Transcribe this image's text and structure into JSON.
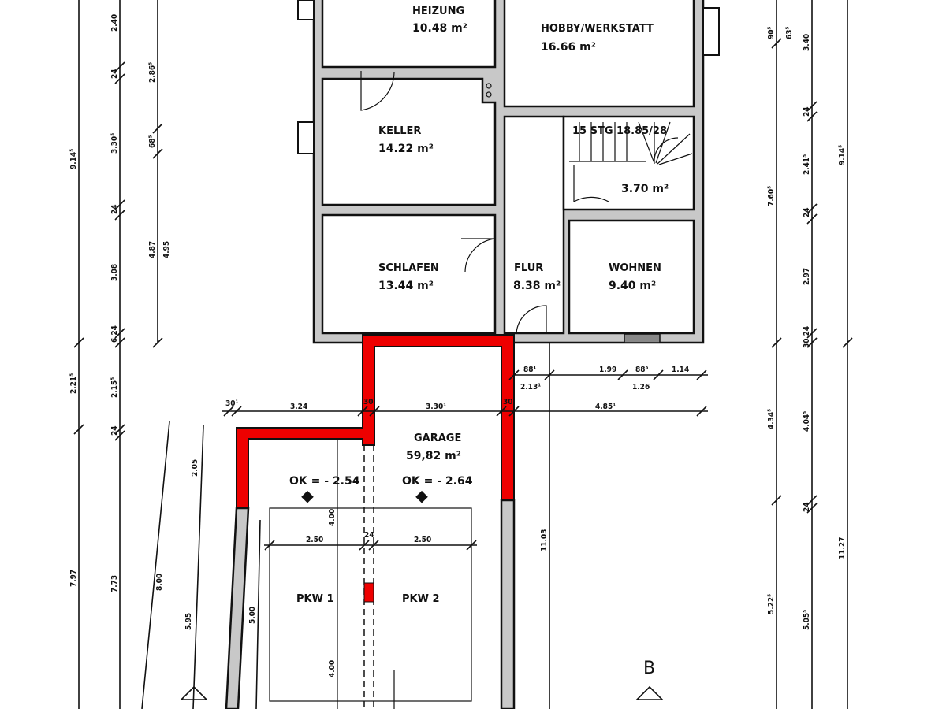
{
  "colors": {
    "new_wall": "#ee0000",
    "existing_wall": "#c8c8c8",
    "line": "#111111"
  },
  "rooms": [
    {
      "name": "HEIZUNG",
      "area": "10.48 m²"
    },
    {
      "name": "HOBBY/WERKSTATT",
      "area": "16.66 m²"
    },
    {
      "name": "KELLER",
      "area": "14.22 m²"
    },
    {
      "name": "",
      "area": "3.70 m²"
    },
    {
      "name": "SCHLAFEN",
      "area": "13.44 m²"
    },
    {
      "name": "FLUR",
      "area": "8.38 m²"
    },
    {
      "name": "WOHNEN",
      "area": "9.40 m²"
    },
    {
      "name": "GARAGE",
      "area": "59,82 m²"
    }
  ],
  "stair_label": "15 STG 18.85/28",
  "levels": [
    "OK = - 2.54",
    "OK = - 2.64"
  ],
  "parking": [
    "PKW 1",
    "PKW 2"
  ],
  "section_marker": "B",
  "dimensions": {
    "horizontal_top": [
      "30¹",
      "3.24",
      "30",
      "3.30¹",
      "30",
      "4.85¹"
    ],
    "horizontal_right": [
      "88¹",
      "1.99",
      "88⁵",
      "1.14",
      "2.13¹",
      "1.26"
    ],
    "parking_widths": [
      "2.50",
      "24",
      "2.50"
    ],
    "left_col1": [
      "9.14⁵",
      "2.21⁵",
      "7.97"
    ],
    "left_col2": [
      "2.40",
      "24",
      "3.30⁵",
      "24",
      "3.08",
      "6 24",
      "2.15⁵",
      "24",
      "7.73"
    ],
    "left_col3": [
      "2.86⁵",
      "68⁵",
      "4.87",
      "4.95",
      "8.00"
    ],
    "left_col4": [
      "2.05",
      "5.95",
      "5.00"
    ],
    "inner": [
      "4.00",
      "4.00",
      "11.03"
    ],
    "right_col1": [
      "7.60⁵",
      "4.34⁵",
      "5.22⁵"
    ],
    "right_col2": [
      "90⁵",
      "24",
      "2.41⁵",
      "24",
      "2.97",
      "30 24",
      "4.04⁵",
      "24",
      "5.05⁵"
    ],
    "right_col3": [
      "63⁵",
      "3.40",
      "9.14⁵",
      "11.27"
    ]
  }
}
